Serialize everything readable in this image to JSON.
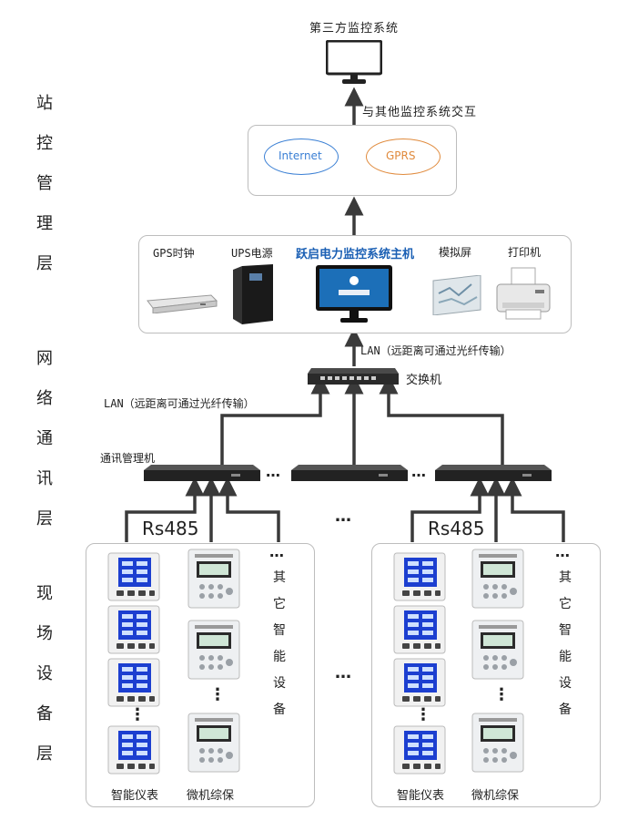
{
  "layers": {
    "station": [
      "站",
      "控",
      "管",
      "理",
      "层"
    ],
    "network": [
      "网",
      "络",
      "通",
      "讯",
      "层"
    ],
    "field": [
      "现",
      "场",
      "设",
      "备",
      "层"
    ]
  },
  "top": {
    "third_party": "第三方监控系统",
    "interact_label": "与其他监控系统交互"
  },
  "comm_box": {
    "internet": "Internet",
    "gprs": "GPRS"
  },
  "station_box": {
    "gps": "GPS时钟",
    "ups": "UPS电源",
    "host": "跃启电力监控系统主机",
    "simulator": "模拟屏",
    "printer": "打印机"
  },
  "network": {
    "lan_top": "LAN（远距离可通过光纤传输）",
    "lan_left": "LAN（远距离可通过光纤传输）",
    "switch": "交换机",
    "comm_manager": "通讯管理机",
    "ellipsis_1": "…",
    "ellipsis_2": "…"
  },
  "field": {
    "rs485_left": "Rs485",
    "rs485_right": "Rs485",
    "middle_dots_top": "…",
    "middle_dots_bottom": "…",
    "other_dots": "…",
    "other_devices": [
      "其",
      "它",
      "智",
      "能",
      "设",
      "备"
    ],
    "meter_label": "智能仪表",
    "protection_label": "微机综保",
    "vdots": "⋮"
  },
  "colors": {
    "internet_ellipse": "#3a7fd4",
    "gprs_ellipse": "#e08a3c",
    "host_title": "#1a5fb4",
    "arrow": "#3a3a3a",
    "lcd_blue": "#1c3fd0"
  }
}
